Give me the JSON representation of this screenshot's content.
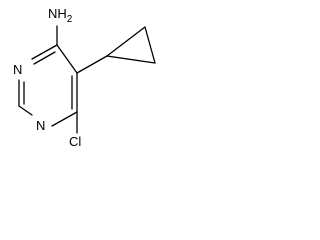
{
  "molecule": {
    "labels": {
      "amine": "NH",
      "amine_subscript": "2",
      "ring_n_top": "N",
      "ring_n_bottom": "N",
      "chloro": "Cl"
    }
  }
}
